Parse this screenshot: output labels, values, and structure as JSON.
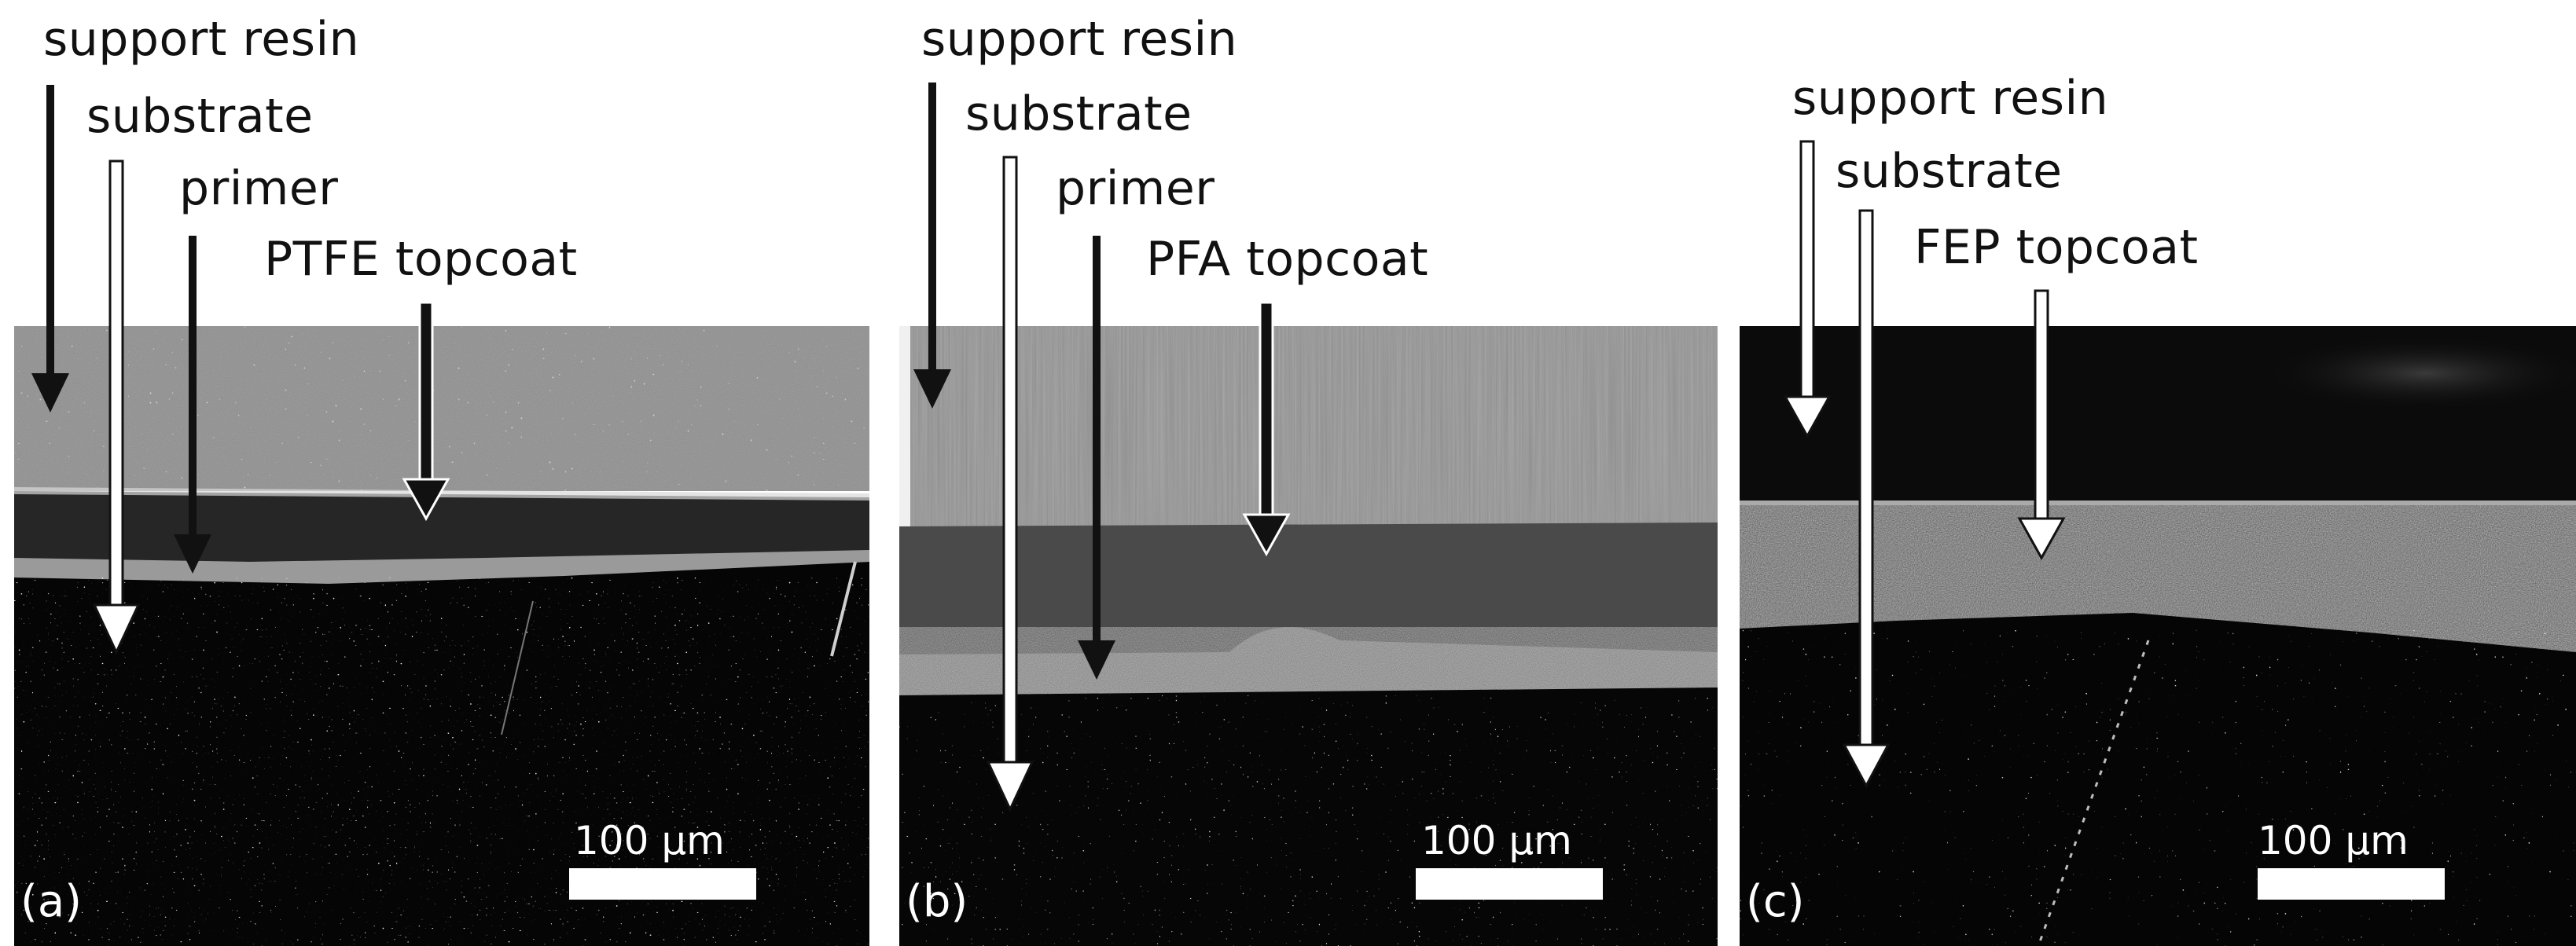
{
  "panels": [
    {
      "tag": "(a)",
      "scale": "100 µm",
      "labels": [
        "support resin",
        "substrate",
        "primer",
        "PTFE topcoat"
      ]
    },
    {
      "tag": "(b)",
      "scale": "100 µm",
      "labels": [
        "support resin",
        "substrate",
        "primer",
        "PFA topcoat"
      ]
    },
    {
      "tag": "(c)",
      "scale": "100 µm",
      "labels": [
        "support resin",
        "substrate",
        "FEP topcoat"
      ]
    }
  ],
  "colors": {
    "background": "#ffffff",
    "arrow_solid": "#111111",
    "arrow_hollow_fill": "#ffffff",
    "scale_bar": "#ffffff"
  }
}
